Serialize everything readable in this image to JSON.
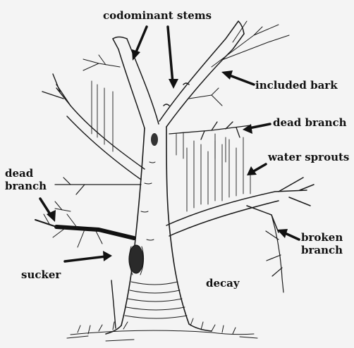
{
  "labels": {
    "codominant_stems": "codominant stems",
    "included_bark": "included bark",
    "dead_branch_right": "dead branch",
    "water_sprouts": "water sprouts",
    "dead_branch_left": "dead\nbranch",
    "broken_branch": "broken\nbranch",
    "sucker": "sucker",
    "decay": "decay"
  },
  "colors": {
    "background": "#f4f4f4",
    "ink": "#111111"
  }
}
